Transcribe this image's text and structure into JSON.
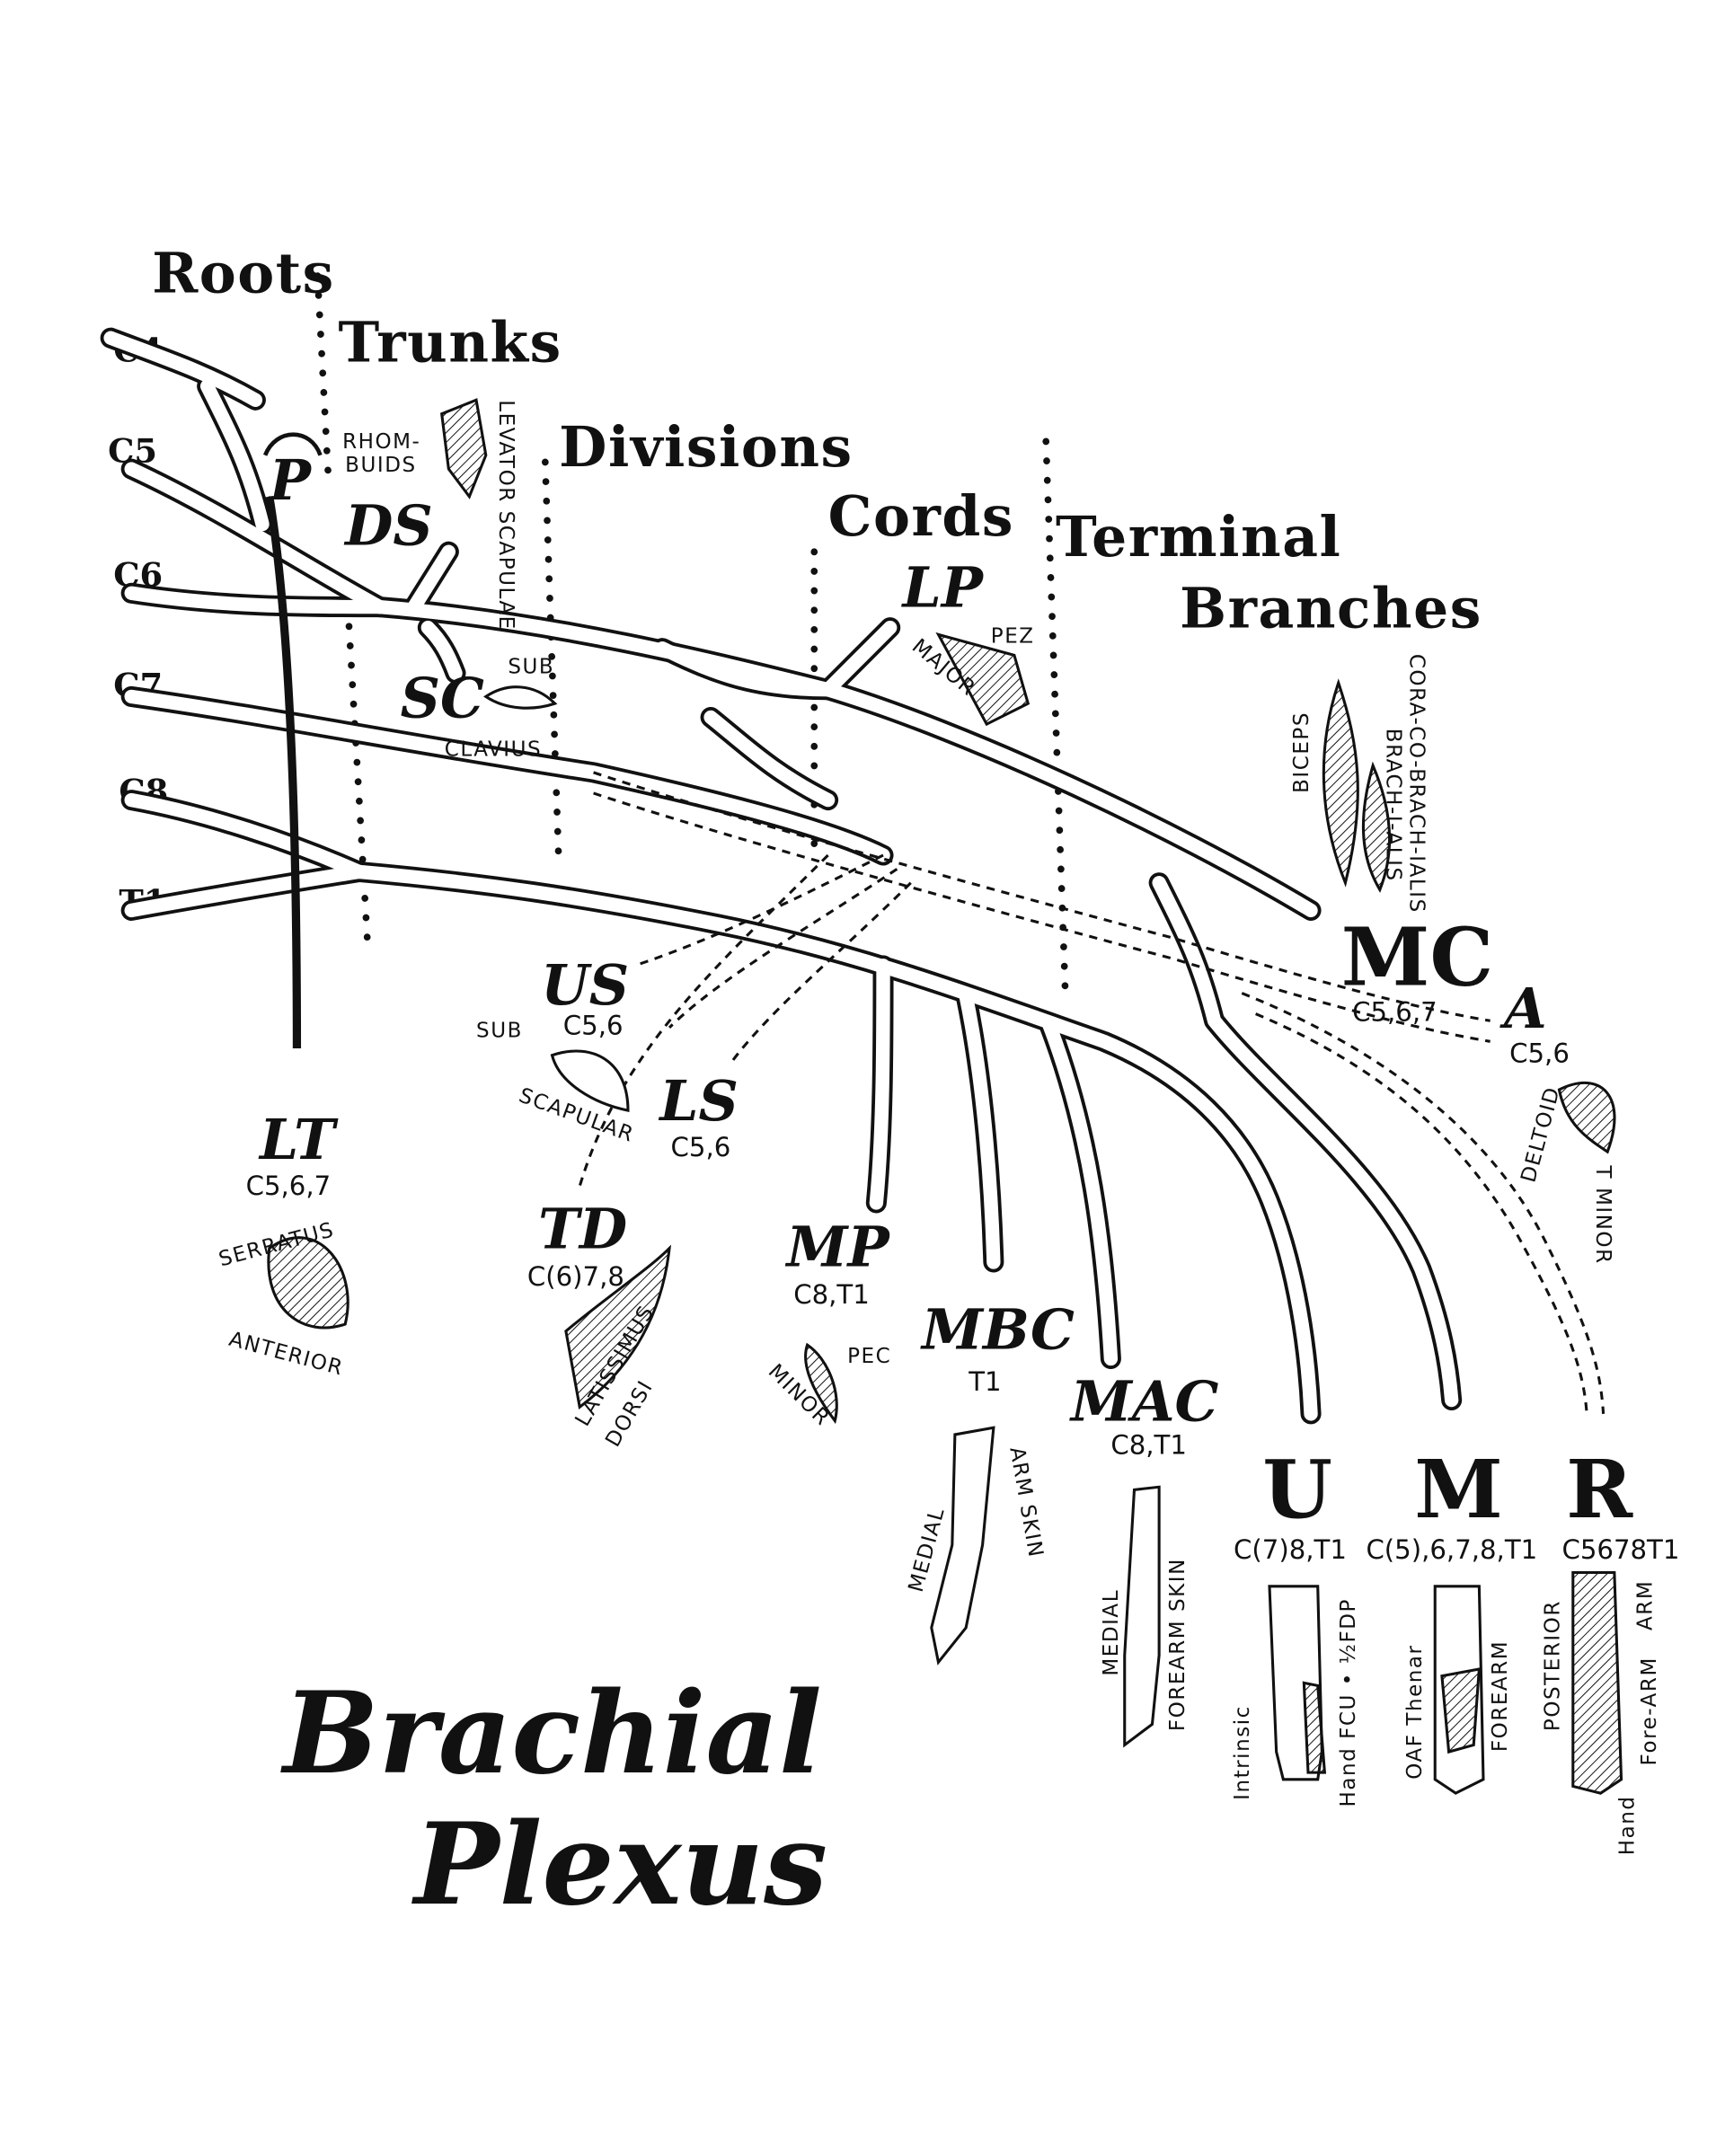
{
  "headers": {
    "roots": "Roots",
    "trunks": "Trunks",
    "divisions": "Divisions",
    "cords": "Cords",
    "terminal": "Terminal",
    "branches": "Branches"
  },
  "roots": [
    "C4",
    "C5",
    "C6",
    "C7",
    "C8",
    "T1"
  ],
  "nerves": {
    "p": {
      "abbr": "P"
    },
    "ds": {
      "abbr": "DS",
      "muscle1a": "RHOM-",
      "muscle1b": "BUIDS",
      "muscle2": "LEVATOR SCAPULAE"
    },
    "sc": {
      "abbr": "SC",
      "muscle_a": "SUB",
      "muscle_b": "CLAVIUS"
    },
    "lp": {
      "abbr": "LP",
      "muscle_a": "PEZ",
      "muscle_b": "MAJOR"
    },
    "mc": {
      "abbr": "MC",
      "segments": "C5,6,7",
      "muscle1": "BICEPS",
      "muscle2": "CORA-CO-BRACH-IALIS",
      "muscle3": "BRACH-I-ALIS"
    },
    "a": {
      "abbr": "A",
      "segments": "C5,6",
      "muscle1": "DELTOID",
      "muscle2": "T MINOR"
    },
    "us": {
      "abbr": "US",
      "segments": "C5,6",
      "muscle_a": "SUB",
      "muscle_b": "SCAPULAR"
    },
    "ls": {
      "abbr": "LS",
      "segments": "C5,6"
    },
    "lt": {
      "abbr": "LT",
      "segments": "C5,6,7",
      "muscle_a": "SERRATUS",
      "muscle_b": "ANTERIOR"
    },
    "td": {
      "abbr": "TD",
      "segments": "C(6)7,8",
      "muscle_a": "LATISSIMUS",
      "muscle_b": "DORSI"
    },
    "mp": {
      "abbr": "MP",
      "segments": "C8,T1",
      "muscle_a": "PEC",
      "muscle_b": "MINOR"
    },
    "mbc": {
      "abbr": "MBC",
      "segments": "T1",
      "target_a": "MEDIAL",
      "target_b": "ARM SKIN"
    },
    "mac": {
      "abbr": "MAC",
      "segments": "C8,T1",
      "target_a": "MEDIAL",
      "target_b": "FOREARM SKIN"
    },
    "u": {
      "abbr": "U",
      "segments": "C(7)8,T1",
      "target_a": "Intrinsic",
      "target_b": "Hand FCU • ½FDP"
    },
    "m": {
      "abbr": "M",
      "segments": "C(5),6,7,8,T1",
      "target_a": "OAF Thenar",
      "target_b": "FOREARM"
    },
    "r": {
      "abbr": "R",
      "segments": "C5678T1",
      "target_a": "POSTERIOR",
      "target_b": "ARM",
      "target_c": "Fore-ARM",
      "target_d": "Hand"
    }
  },
  "title": {
    "line1": "Brachial",
    "line2": "Plexus"
  }
}
